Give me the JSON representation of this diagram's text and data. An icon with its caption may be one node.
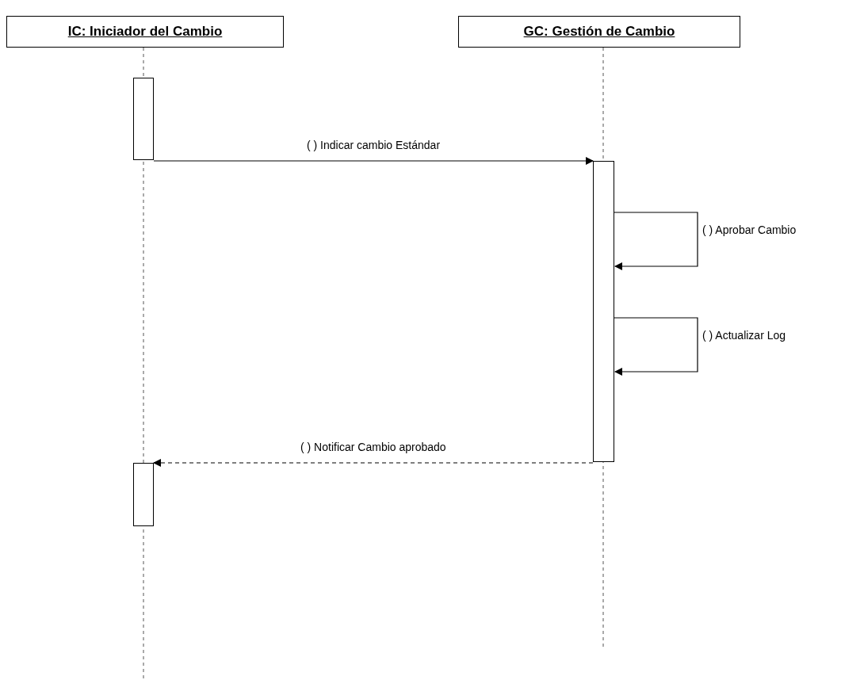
{
  "diagram": {
    "nodes": [
      {
        "text": [
          "IC: Iniciador del Cambio"
        ]
      },
      {
        "text": [
          "GC: Gestión de Cambio"
        ]
      },
      {
        "text": [],
        "shape": "bar"
      },
      {
        "text": [],
        "shape": "bar"
      },
      {
        "text": [],
        "shape": "bar"
      }
    ],
    "edges": [
      {
        "from": 2,
        "to": 3,
        "arrow": "to",
        "label": "( ) Indicar cambio Estándar"
      },
      {
        "from": 3,
        "to": 3,
        "arrow": "to",
        "label": "( ) Aprobar Cambio"
      },
      {
        "from": 3,
        "to": 3,
        "arrow": "to",
        "label": "( ) Actualizar Log"
      },
      {
        "from": 3,
        "to": 4,
        "arrow": "to",
        "label": "( ) Notificar Cambio aprobado",
        "style": "dashed"
      }
    ]
  }
}
